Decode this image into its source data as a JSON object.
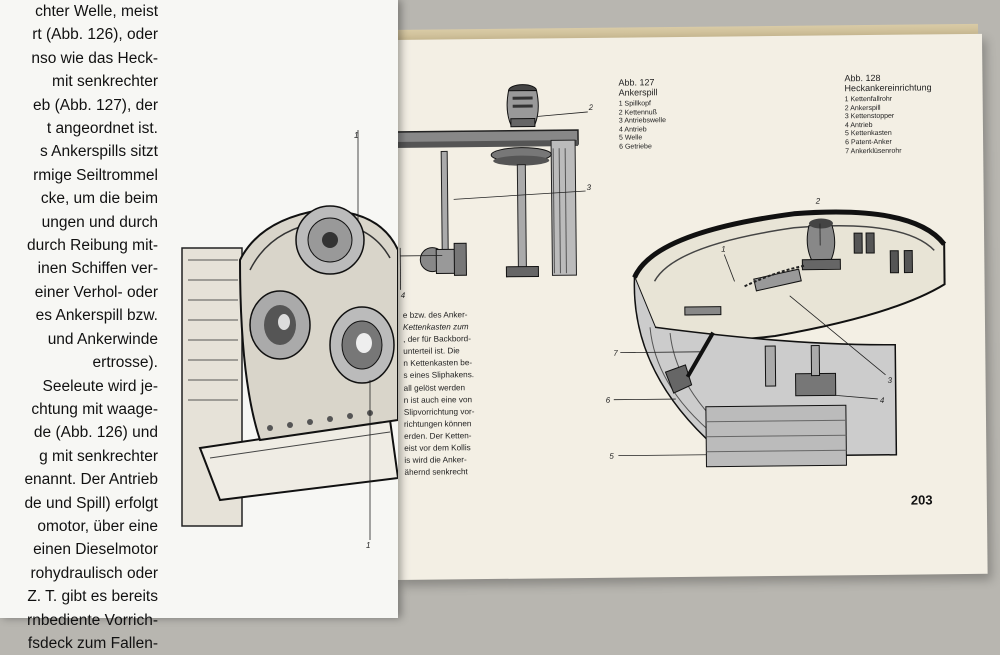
{
  "left_page": {
    "lines": [
      "chter Welle, meist",
      "rt (Abb. 126), oder",
      "nso wie das Heck-",
      "mit senkrechter",
      "eb (Abb. 127), der",
      "t angeordnet ist.",
      "s Ankerspills sitzt",
      "rmige Seiltrommel",
      "cke, um die beim",
      "ungen und durch",
      "durch Reibung mit-",
      "inen Schiffen ver-",
      "einer Verhol- oder",
      "es Ankerspill bzw.",
      "und Ankerwinde",
      "ertrosse).",
      "Seeleute wird je-",
      "chtung mit waage-",
      "de (Abb. 126) und",
      "g mit senkrechter",
      "enannt. Der Antrieb",
      "de und Spill) erfolgt",
      "omotor, über eine",
      "einen Dieselmotor",
      "rohydraulisch oder",
      "Z. T. gibt es bereits",
      "rnbediente Vorrich-",
      "fsdeck zum Fallen-"
    ],
    "callout_1": "1",
    "callout_2": "1"
  },
  "right_page": {
    "page_number": "203",
    "abb127": {
      "title": "Abb. 127",
      "subtitle": "Ankerspill",
      "items": [
        "1  Spillkopf",
        "2  Kettennuß",
        "3  Antriebswelle",
        "4  Antrieb",
        "5  Welle",
        "6  Getriebe"
      ],
      "callouts": [
        "2",
        "3",
        "4"
      ]
    },
    "abb128": {
      "title": "Abb. 128",
      "subtitle": "Heckankereinrichtung",
      "items": [
        "1  Kettenfallrohr",
        "2  Ankerspill",
        "3  Kettenstopper",
        "4  Antrieb",
        "5  Kettenkasten",
        "6  Patent-Anker",
        "7  Ankerklüsenrohr"
      ],
      "callouts": [
        "1",
        "2",
        "7",
        "3",
        "6",
        "4",
        "5"
      ]
    },
    "middle_text": [
      "e bzw. des Anker-",
      "Kettenkasten zum",
      ", der für Backbord-",
      "unterteil ist. Die",
      "n Kettenkasten be-",
      "s eines Sliphakens.",
      "all gelöst werden",
      "n ist auch eine von",
      "Slipvorrichtung vor-",
      "richtungen können",
      "erden. Der Ketten-",
      "eist vor dem Kollis",
      "is wird die Anker-",
      "ähernd senkrecht"
    ]
  }
}
